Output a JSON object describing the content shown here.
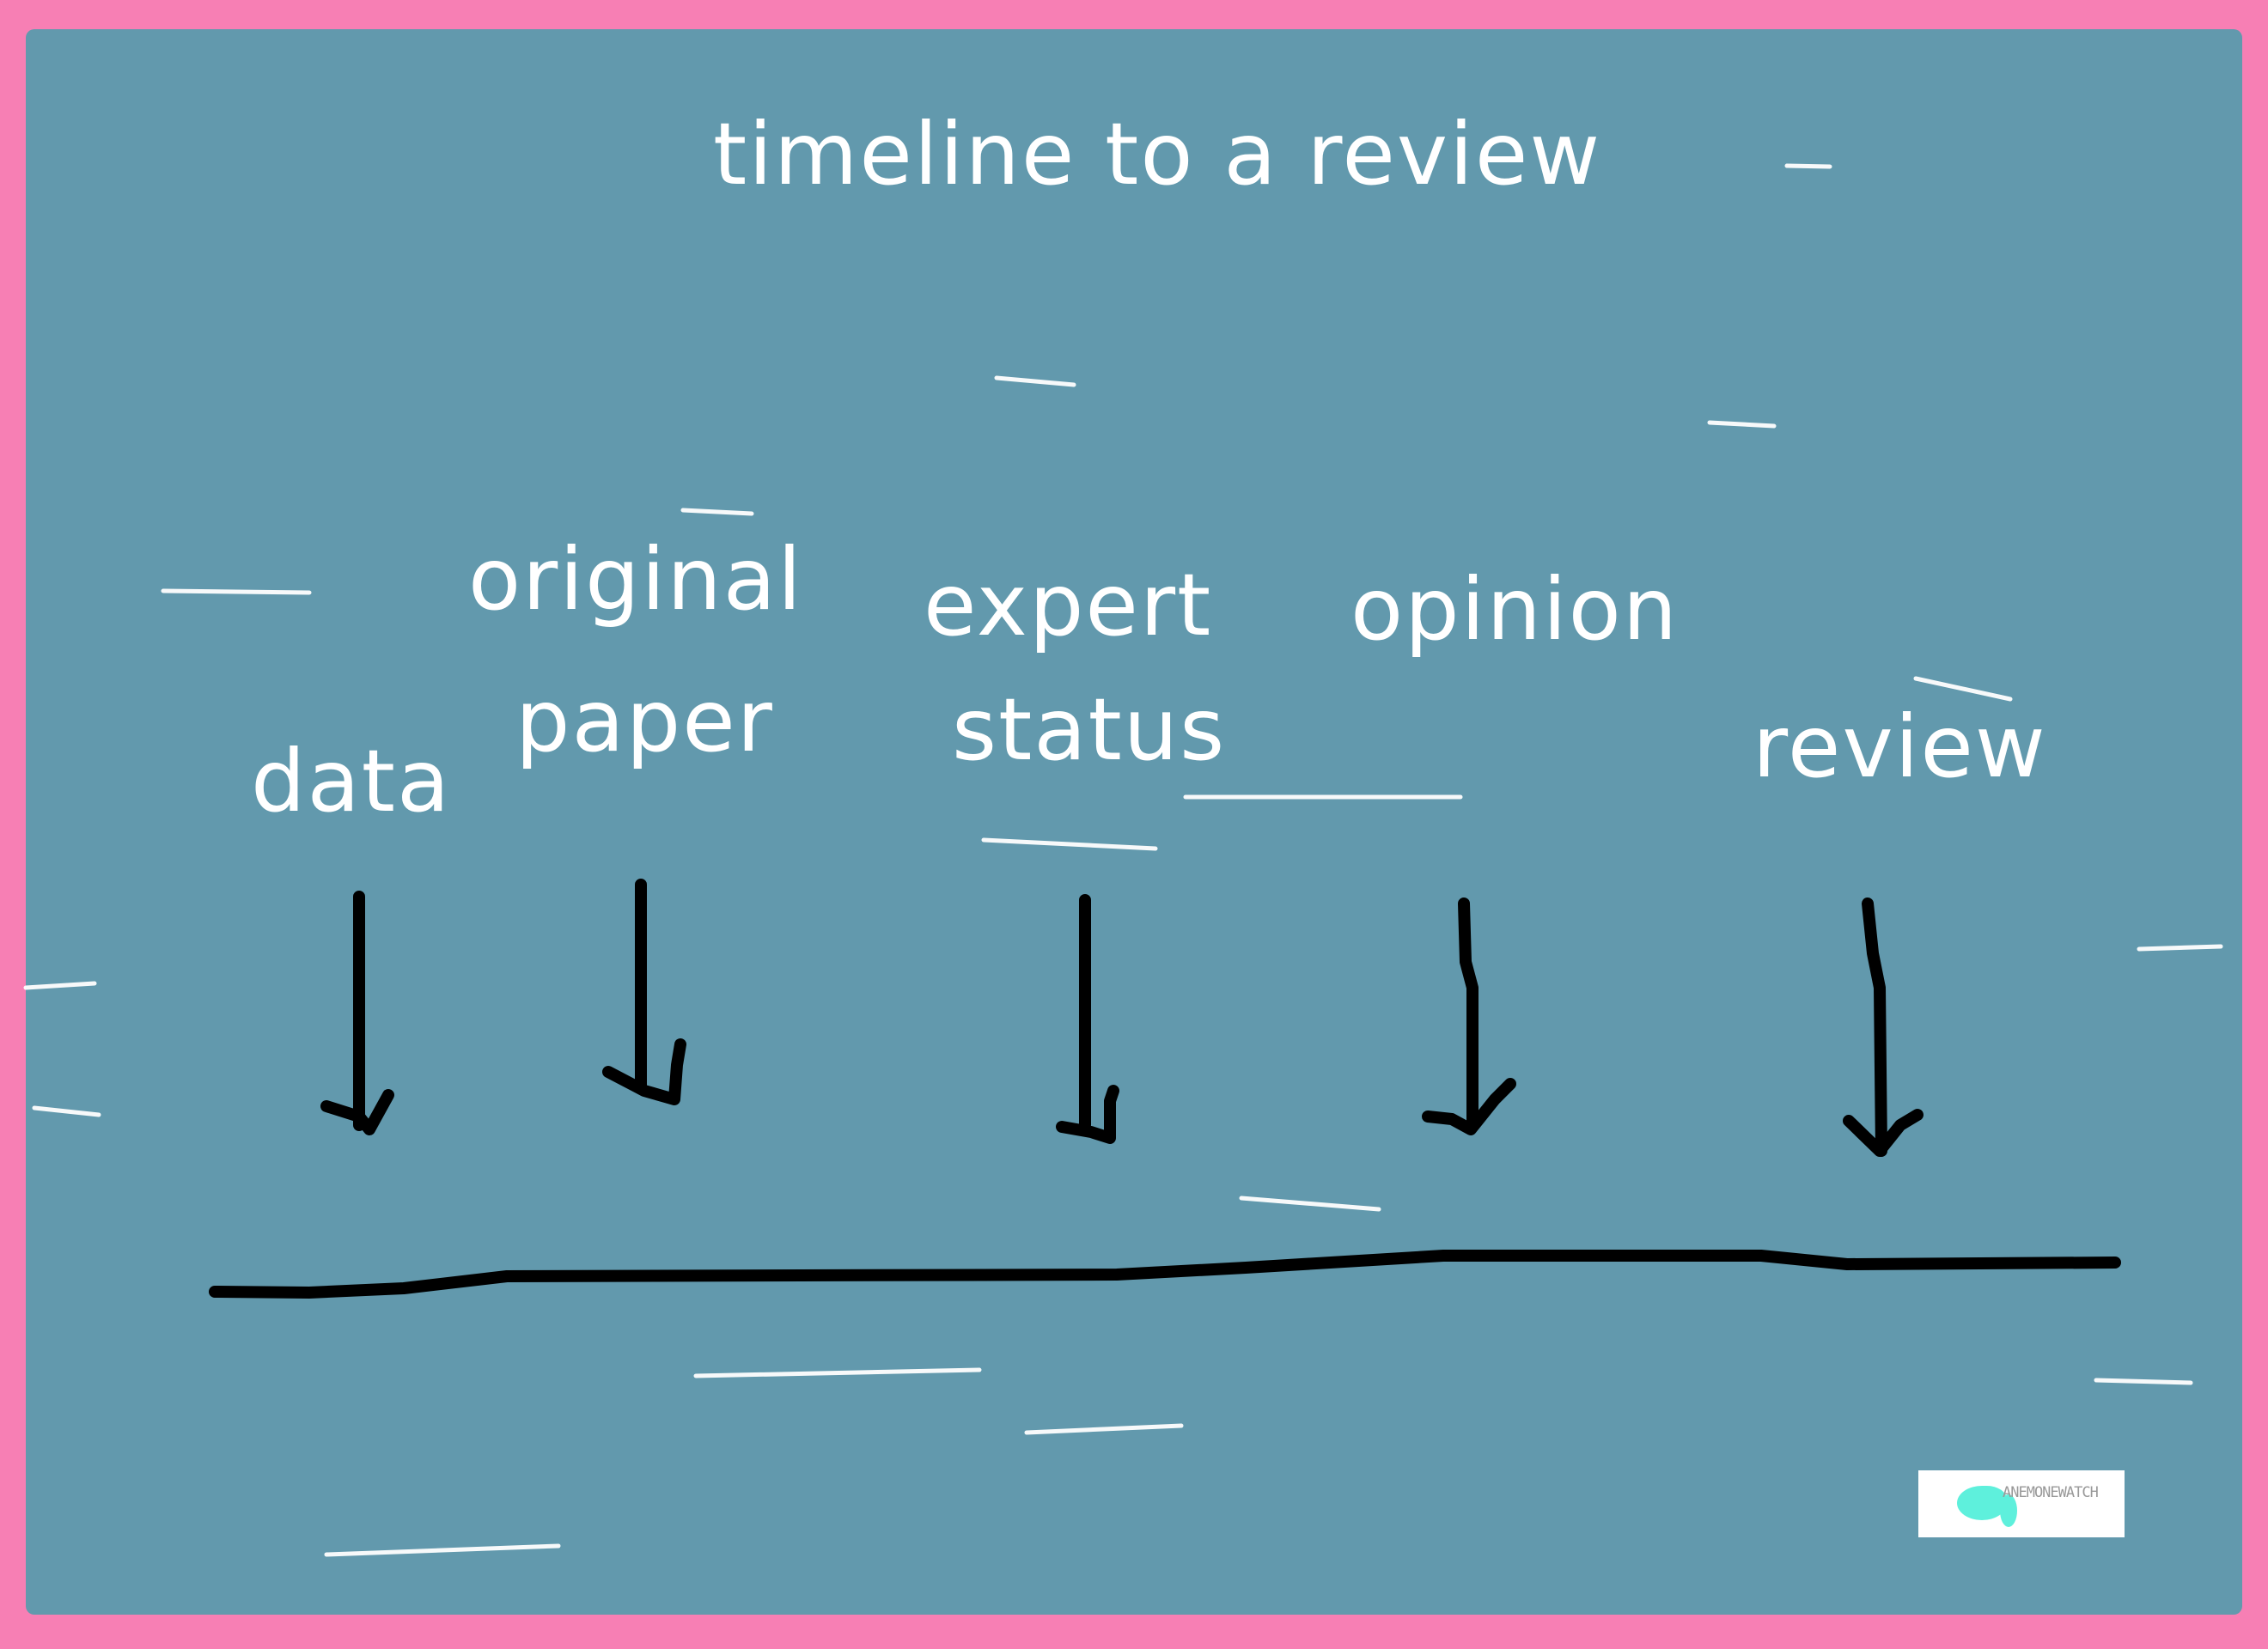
{
  "title": "timeline to a review",
  "labels": {
    "data": "data",
    "original": "original",
    "paper": "paper",
    "expert": "expert",
    "status": "status",
    "opinion": "opinion",
    "review": "review"
  },
  "logo_text": "ANEMONEWATCH",
  "colors": {
    "border": "#f77fb4",
    "background": "#6299ad",
    "ink": "#000000",
    "text": "#ffffff",
    "logo_fish": "#5ef0dc"
  }
}
